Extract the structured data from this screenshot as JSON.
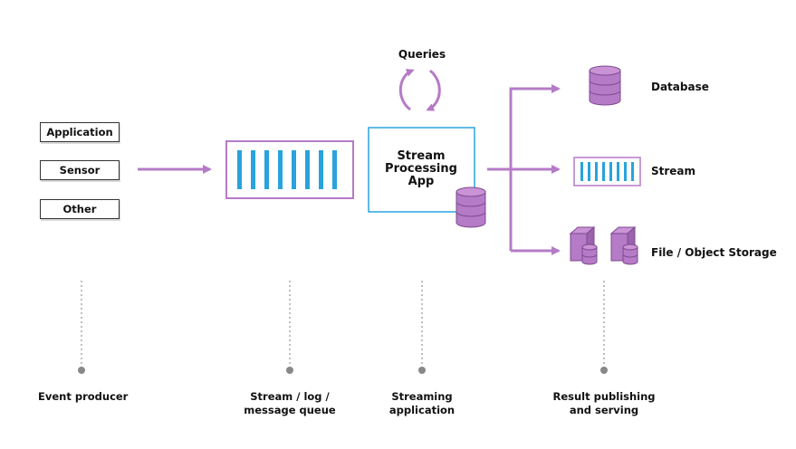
{
  "sources": {
    "application": "Application",
    "sensor": "Sensor",
    "other": "Other"
  },
  "queries_label": "Queries",
  "stream_app": {
    "line1": "Stream",
    "line2": "Processing",
    "line3": "App"
  },
  "outputs": {
    "database": "Database",
    "stream": "Stream",
    "file_storage": "File / Object Storage"
  },
  "stages": {
    "event_producer": "Event producer",
    "queue_line1": "Stream / log /",
    "queue_line2": "message queue",
    "streaming_line1": "Streaming",
    "streaming_line2": "application",
    "result_line1": "Result publishing",
    "result_line2": "and serving"
  },
  "colors": {
    "purple": "#b57bc7",
    "purple_dark": "#8e5aa0",
    "blue": "#29a3dd",
    "gray": "#999999"
  }
}
